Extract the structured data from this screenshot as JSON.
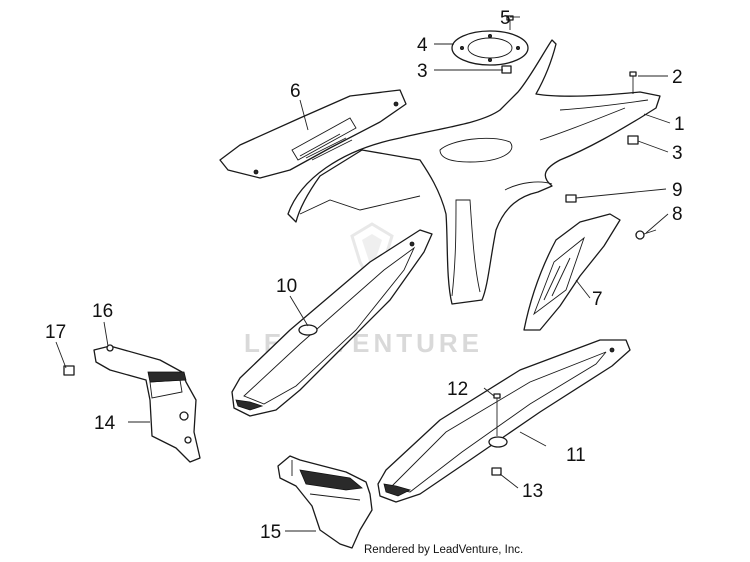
{
  "watermark": "LEADVENTURE",
  "credit": "Rendered by LeadVenture, Inc.",
  "callouts": {
    "c1": "1",
    "c2": "2",
    "c3a": "3",
    "c3b": "3",
    "c4": "4",
    "c5": "5",
    "c6": "6",
    "c7": "7",
    "c8": "8",
    "c9": "9",
    "c10": "10",
    "c11": "11",
    "c12": "12",
    "c13": "13",
    "c14": "14",
    "c15": "15",
    "c16": "16",
    "c17": "17"
  }
}
